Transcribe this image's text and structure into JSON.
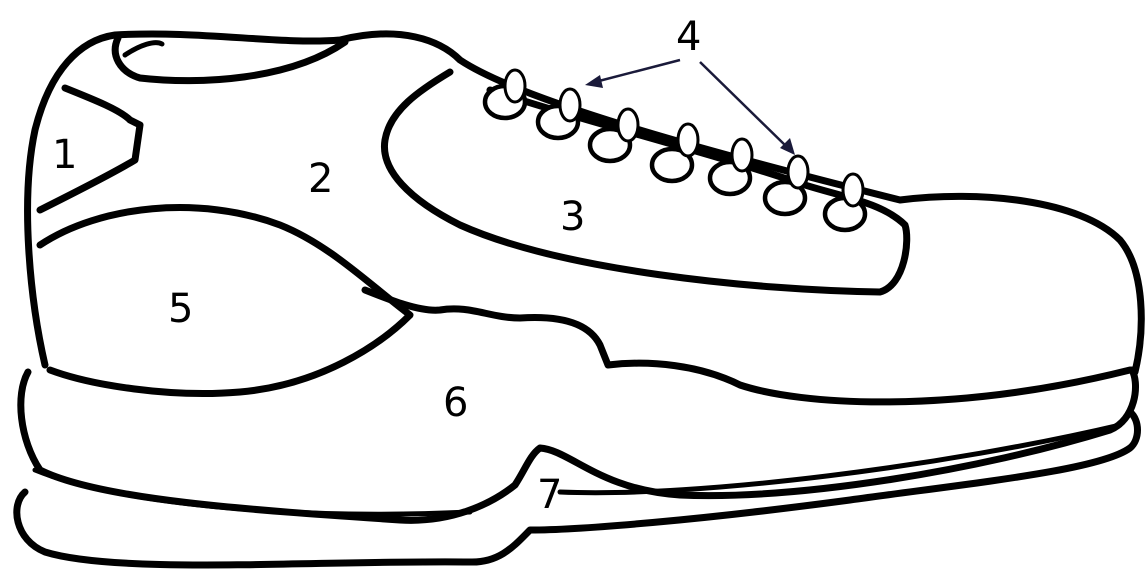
{
  "diagram": {
    "labels": [
      {
        "id": "1",
        "text": "1"
      },
      {
        "id": "2",
        "text": "2"
      },
      {
        "id": "3",
        "text": "3"
      },
      {
        "id": "4",
        "text": "4"
      },
      {
        "id": "5",
        "text": "5"
      },
      {
        "id": "6",
        "text": "6"
      },
      {
        "id": "7",
        "text": "7"
      }
    ],
    "colors": {
      "line": "#000000",
      "background": "#ffffff",
      "arrow": "#1a1a3a"
    }
  }
}
